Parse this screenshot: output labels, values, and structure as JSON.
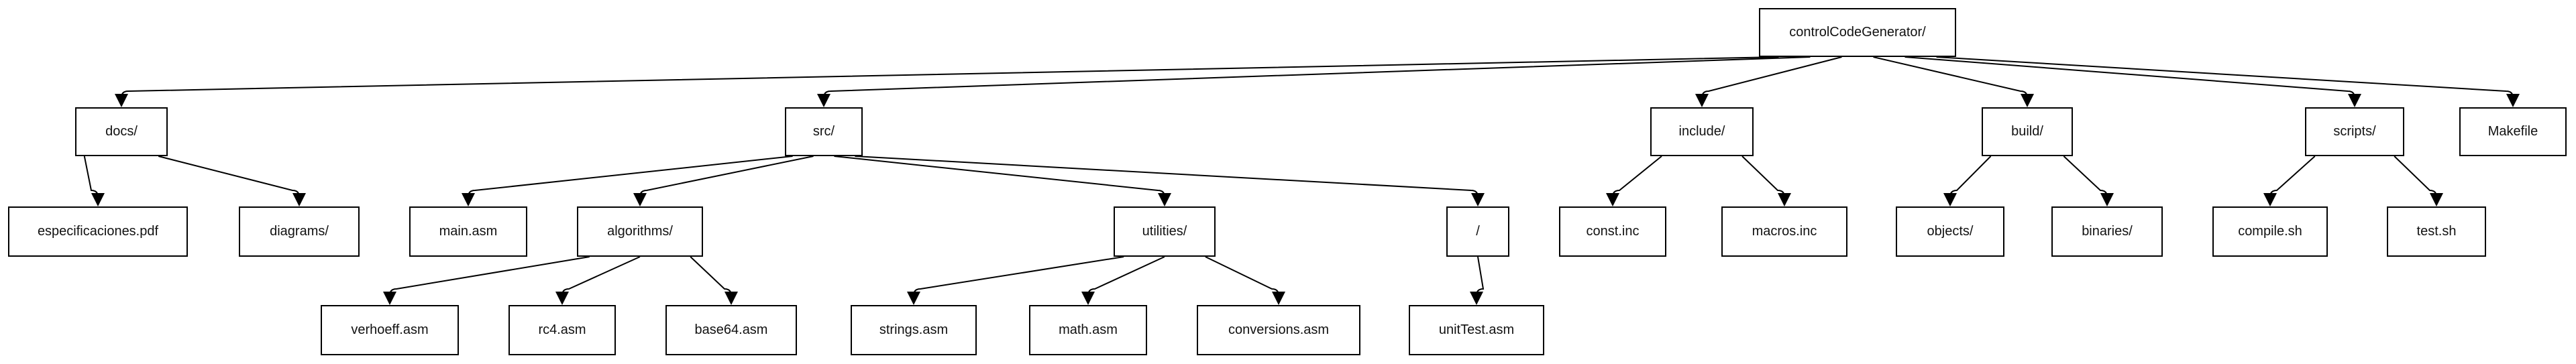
{
  "diagram": {
    "nodes": {
      "root": "controlCodeGenerator/",
      "docs": "docs/",
      "src": "src/",
      "include": "include/",
      "build": "build/",
      "scripts": "scripts/",
      "makefile": "Makefile",
      "especificaciones": "especificaciones.pdf",
      "diagrams": "diagrams/",
      "main": "main.asm",
      "algorithms": "algorithms/",
      "utilities": "utilities/",
      "slash": "/",
      "const": "const.inc",
      "macros": "macros.inc",
      "objects": "objects/",
      "binaries": "binaries/",
      "compile": "compile.sh",
      "test": "test.sh",
      "verhoeff": "verhoeff.asm",
      "rc4": "rc4.asm",
      "base64": "base64.asm",
      "strings": "strings.asm",
      "math": "math.asm",
      "conversions": "conversions.asm",
      "unittest": "unitTest.asm"
    },
    "edges": [
      [
        "root",
        "docs"
      ],
      [
        "root",
        "src"
      ],
      [
        "root",
        "include"
      ],
      [
        "root",
        "build"
      ],
      [
        "root",
        "scripts"
      ],
      [
        "root",
        "makefile"
      ],
      [
        "docs",
        "especificaciones"
      ],
      [
        "docs",
        "diagrams"
      ],
      [
        "src",
        "main"
      ],
      [
        "src",
        "algorithms"
      ],
      [
        "src",
        "utilities"
      ],
      [
        "src",
        "slash"
      ],
      [
        "include",
        "const"
      ],
      [
        "include",
        "macros"
      ],
      [
        "build",
        "objects"
      ],
      [
        "build",
        "binaries"
      ],
      [
        "scripts",
        "compile"
      ],
      [
        "scripts",
        "test"
      ],
      [
        "algorithms",
        "verhoeff"
      ],
      [
        "algorithms",
        "rc4"
      ],
      [
        "algorithms",
        "base64"
      ],
      [
        "utilities",
        "strings"
      ],
      [
        "utilities",
        "math"
      ],
      [
        "utilities",
        "conversions"
      ],
      [
        "slash",
        "unittest"
      ]
    ],
    "colors": {
      "stroke": "#000000",
      "fill": "#ffffff",
      "text": "#111111"
    }
  }
}
